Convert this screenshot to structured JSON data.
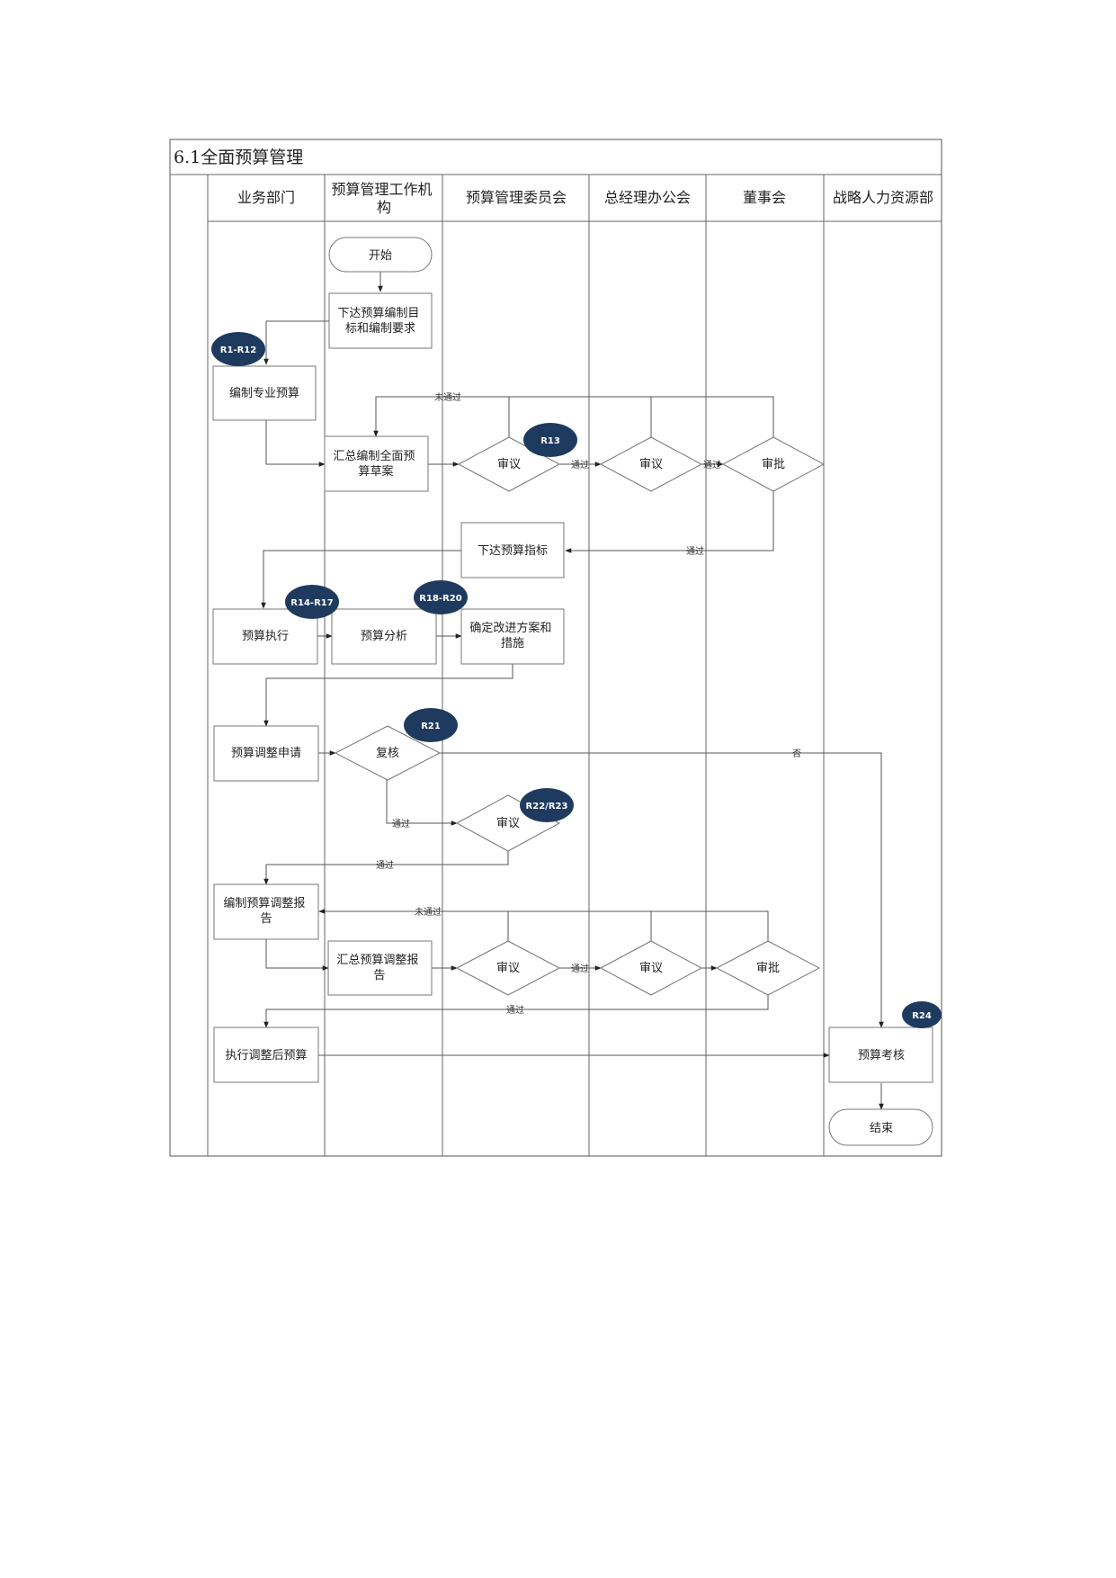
{
  "title": "6.1全面预算管理",
  "lanes": [
    {
      "id": "lane-business-dept",
      "label": "业务部门"
    },
    {
      "id": "lane-budget-office",
      "label": "预算管理工作机构"
    },
    {
      "id": "lane-budget-committee",
      "label": "预算管理委员会"
    },
    {
      "id": "lane-gm-office",
      "label": "总经理办公会"
    },
    {
      "id": "lane-board",
      "label": "董事会"
    },
    {
      "id": "lane-hr-strategy",
      "label": "战略人力资源部"
    }
  ],
  "nodes": [
    {
      "id": "start",
      "label": "开始",
      "shape": "terminal"
    },
    {
      "id": "issue-targets",
      "label": "下达预算编制目标和编制要求",
      "shape": "process"
    },
    {
      "id": "prepare-dept-budget",
      "label": "编制专业预算",
      "shape": "process"
    },
    {
      "id": "compile-draft",
      "label": "汇总编制全面预算草案",
      "shape": "process"
    },
    {
      "id": "review-committee-1",
      "label": "审议",
      "shape": "decision"
    },
    {
      "id": "review-gm-1",
      "label": "审议",
      "shape": "decision"
    },
    {
      "id": "approve-board-1",
      "label": "审批",
      "shape": "decision"
    },
    {
      "id": "issue-indicators",
      "label": "下达预算指标",
      "shape": "process"
    },
    {
      "id": "execute-budget",
      "label": "预算执行",
      "shape": "process"
    },
    {
      "id": "analyze-budget",
      "label": "预算分析",
      "shape": "process"
    },
    {
      "id": "improvement-plan",
      "label": "确定改进方案和措施",
      "shape": "process"
    },
    {
      "id": "adjust-request",
      "label": "预算调整申请",
      "shape": "process"
    },
    {
      "id": "recheck",
      "label": "复核",
      "shape": "decision"
    },
    {
      "id": "review-committee-2",
      "label": "审议",
      "shape": "decision"
    },
    {
      "id": "prepare-adjust-report",
      "label": "编制预算调整报告",
      "shape": "process"
    },
    {
      "id": "compile-adjust-report",
      "label": "汇总预算调整报告",
      "shape": "process"
    },
    {
      "id": "review-committee-3",
      "label": "审议",
      "shape": "decision"
    },
    {
      "id": "review-gm-3",
      "label": "审议",
      "shape": "decision"
    },
    {
      "id": "approve-board-3",
      "label": "审批",
      "shape": "decision"
    },
    {
      "id": "execute-adjusted",
      "label": "执行调整后预算",
      "shape": "process"
    },
    {
      "id": "budget-assessment",
      "label": "预算考核",
      "shape": "process"
    },
    {
      "id": "end",
      "label": "结束",
      "shape": "terminal"
    }
  ],
  "badges": [
    {
      "id": "r1-r12",
      "label": "R1-R12"
    },
    {
      "id": "r13",
      "label": "R13"
    },
    {
      "id": "r14-r17",
      "label": "R14-R17"
    },
    {
      "id": "r18-r20",
      "label": "R18-R20"
    },
    {
      "id": "r21",
      "label": "R21"
    },
    {
      "id": "r22-r23",
      "label": "R22/R23"
    },
    {
      "id": "r24",
      "label": "R24"
    }
  ],
  "edge_labels": {
    "not_passed": "未通过",
    "passed": "通过",
    "no": "否"
  },
  "colors": {
    "badge_fill": "#1e3a5f",
    "line": "#555555",
    "box_border": "#777777"
  }
}
